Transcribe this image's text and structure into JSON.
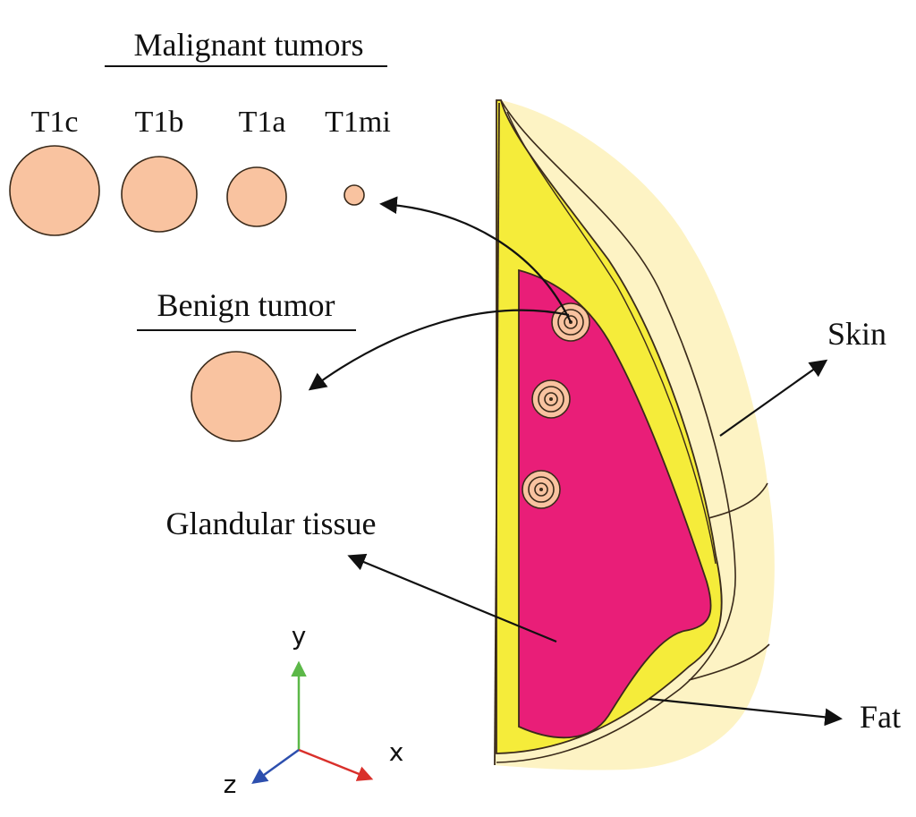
{
  "labels": {
    "malignant_title": "Malignant tumors",
    "benign_title": "Benign tumor",
    "skin": "Skin",
    "fat": "Fat",
    "glandular": "Glandular tissue"
  },
  "malignant_sizes": [
    {
      "label": "T1c"
    },
    {
      "label": "T1b"
    },
    {
      "label": "T1a"
    },
    {
      "label": "T1mi"
    }
  ],
  "axes": {
    "x": "x",
    "y": "y",
    "z": "z"
  },
  "colors": {
    "skin": "#fdf3c4",
    "fat": "#f5ec3a",
    "gland": "#e91e78",
    "tumor": "#f9c3a0",
    "outline": "#3a2a1a",
    "axis_x": "#d9302b",
    "axis_y": "#5cb848",
    "axis_z": "#2d4fae"
  }
}
